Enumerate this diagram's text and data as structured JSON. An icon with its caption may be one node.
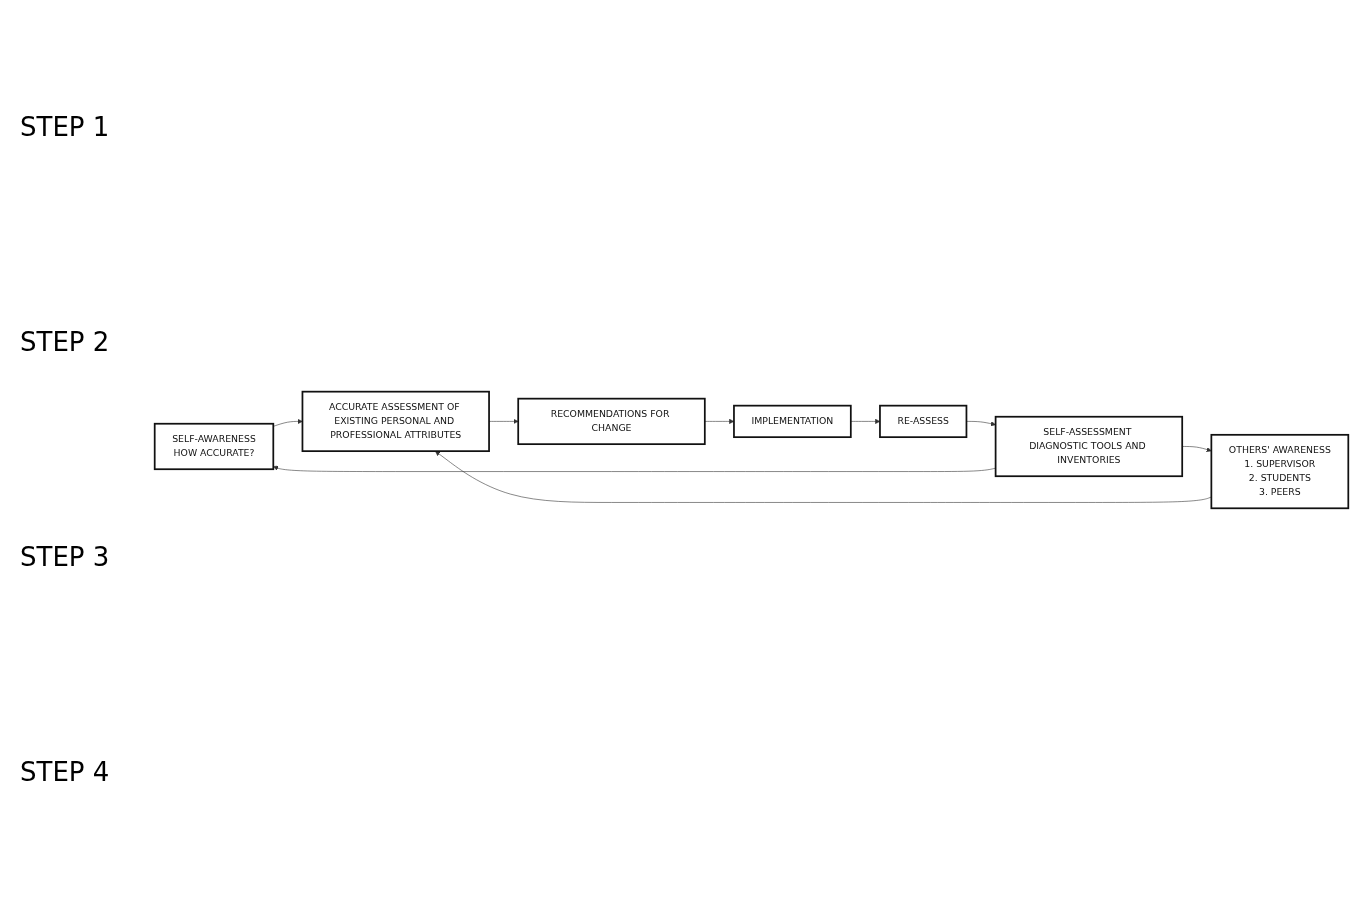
{
  "diagram": {
    "nodes": [
      {
        "text": [
          "SELF-AWARENESS",
          "HOW ACCURATE?"
        ]
      },
      {
        "text": [
          "SELF-ASSESSMENT DIAGNOSTIC TOOLS AND INVENTORIES"
        ]
      },
      {
        "text": [
          "ACCURATE ASSESSMENT OF EXISTING PERSONAL AND PROFESSIONAL ATTRIBUTES"
        ]
      },
      {
        "text": [
          "OTHERS' AWARENESS",
          "1. SUPERVISOR",
          "2. STUDENTS",
          "3. PEERS"
        ]
      },
      {
        "text": [
          "RE-ASSESS"
        ]
      },
      {
        "text": [
          "RECOMMENDATIONS FOR CHANGE"
        ]
      },
      {
        "text": [
          "IMPLEMENTATION"
        ]
      }
    ],
    "edges": [
      {
        "from": 1,
        "to": 0,
        "arrow": "to"
      },
      {
        "from": 1,
        "to": 3,
        "arrow": "to"
      },
      {
        "from": 0,
        "to": 2,
        "arrow": "to"
      },
      {
        "from": 3,
        "to": 2,
        "arrow": "to"
      },
      {
        "from": 2,
        "to": 5,
        "arrow": "to"
      },
      {
        "from": 5,
        "to": 6,
        "arrow": "to"
      },
      {
        "from": 6,
        "to": 4,
        "arrow": "to"
      },
      {
        "from": 4,
        "to": 1,
        "arrow": "to"
      }
    ],
    "labels": [
      "STEP 1",
      "STEP 2",
      "STEP 3",
      "STEP 4"
    ]
  }
}
